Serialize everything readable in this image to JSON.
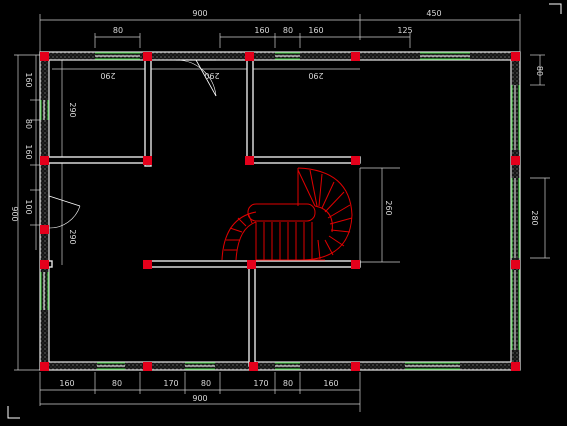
{
  "dimensions": {
    "top_total": "900",
    "top_right": "450",
    "top_segments": [
      "80",
      "160",
      "80",
      "160",
      "125"
    ],
    "top_inner": [
      "290",
      "290",
      "290"
    ],
    "left_total": "900",
    "left_segments": [
      "160",
      "80",
      "160",
      "100"
    ],
    "left_inner": [
      "290",
      "290"
    ],
    "right_top": "80",
    "right_window": "280",
    "stair_depth": "260",
    "bottom_segments": [
      "160",
      "80",
      "170",
      "80",
      "170",
      "80",
      "160"
    ],
    "bottom_total": "900"
  },
  "colors": {
    "background": "#000000",
    "wall": "#e8e8e8",
    "column": "#e4001b",
    "window": "#38c838",
    "stair": "#e00000",
    "dimension": "#cfcfcf"
  }
}
